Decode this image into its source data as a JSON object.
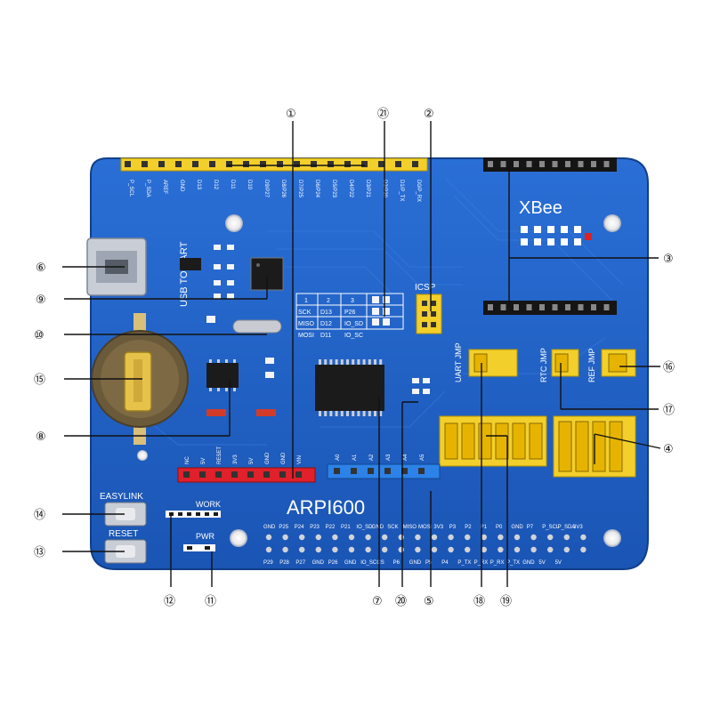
{
  "board": {
    "name": "ARPI600",
    "xbee_label": "XBee",
    "usb_label": "USB TO UART",
    "icsp_label": "ICSP",
    "uart_jmp_label": "UART JMP",
    "rtc_jmp_label": "RTC JMP",
    "ref_jmp_label": "REF JMP",
    "easylink_label": "EASYLINK",
    "reset_label": "RESET",
    "work_label": "WORK",
    "pwr_label": "PWR",
    "top_header_labels": [
      "P_SCL",
      "P_SDA",
      "AREF",
      "GND",
      "D13",
      "D12",
      "D11",
      "D10",
      "D9/P27",
      "D8/P26",
      "D7/P25",
      "D6/P24",
      "D5/P23",
      "D4/P22",
      "D3/P21",
      "D2/P20",
      "D1/P_TX",
      "D0/P_RX"
    ],
    "power_header_labels": [
      "NC",
      "5V",
      "RESET",
      "3V3",
      "5V",
      "GND",
      "GND",
      "VIN"
    ],
    "analog_header_labels": [
      "A0",
      "A1",
      "A2",
      "A3",
      "A4",
      "A5"
    ],
    "io_table": {
      "header": [
        "1",
        "2",
        "3"
      ],
      "rows": [
        [
          "SCK",
          "D13",
          "P26"
        ],
        [
          "MISO",
          "D12",
          "IO_SD"
        ],
        [
          "MOSI",
          "D11",
          "IO_SC"
        ]
      ]
    },
    "pi_header_top": [
      "GND",
      "P25",
      "P24",
      "P23",
      "P22",
      "P21",
      "IO_SD",
      "GND",
      "SCK",
      "MISO",
      "MOSI",
      "3V3",
      "P3",
      "P2",
      "P1",
      "P0",
      "GND",
      "P7",
      "P_SCL",
      "P_SDA",
      "3V3"
    ],
    "pi_header_bottom": [
      "P29",
      "P28",
      "P27",
      "GND",
      "P26",
      "GND",
      "IO_SC",
      "CS",
      "P6",
      "GND",
      "P5",
      "P4",
      "P_TX",
      "P_RX",
      "P_RX",
      "P_TX",
      "GND",
      "5V",
      "5V"
    ]
  },
  "callouts": [
    "①",
    "②",
    "③",
    "④",
    "⑤",
    "⑥",
    "⑦",
    "⑧",
    "⑨",
    "⑩",
    "⑪",
    "⑫",
    "⑬",
    "⑭",
    "⑮",
    "⑯",
    "⑰",
    "⑱",
    "⑲",
    "⑳",
    "㉑"
  ],
  "colors": {
    "board": "#1e63c8",
    "board_dark": "#14489a",
    "header_yellow": "#f2cf2a",
    "header_red": "#e0202a",
    "header_blue": "#2c82e8",
    "xbee_black": "#151515"
  }
}
